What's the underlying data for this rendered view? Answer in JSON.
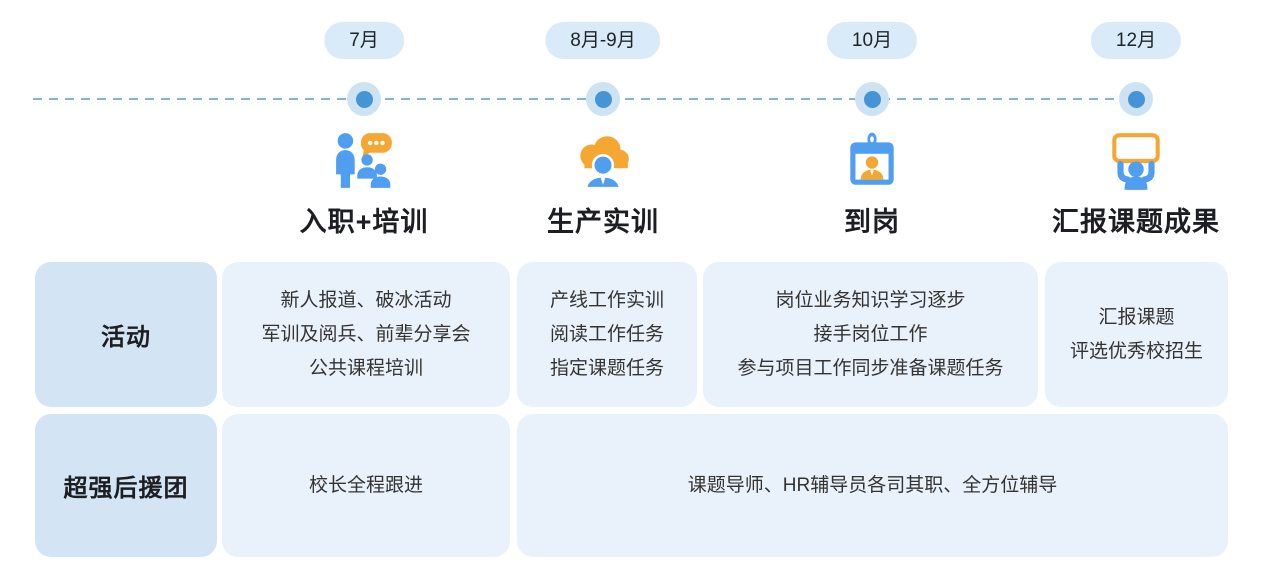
{
  "stages": [
    {
      "month": "7月",
      "title": "入职+培训",
      "icon": "people-chat-icon"
    },
    {
      "month": "8月-9月",
      "title": "生产实训",
      "icon": "cloud-person-icon"
    },
    {
      "month": "10月",
      "title": "到岗",
      "icon": "id-badge-icon"
    },
    {
      "month": "12月",
      "title": "汇报课题成果",
      "icon": "person-sign-icon"
    }
  ],
  "table": {
    "rows": [
      {
        "header": "活动",
        "cells": [
          {
            "lines": [
              "新人报道、破冰活动",
              "军训及阅兵、前辈分享会",
              "公共课程培训"
            ]
          },
          {
            "lines": [
              "产线工作实训",
              "阅读工作任务",
              "指定课题任务"
            ]
          },
          {
            "lines": [
              "岗位业务知识学习逐步",
              "接手岗位工作",
              "参与项目工作同步准备课题任务"
            ]
          },
          {
            "lines": [
              "汇报课题",
              "评选优秀校招生"
            ]
          }
        ]
      },
      {
        "header": "超强后援团",
        "cells": [
          {
            "lines": [
              "校长全程跟进"
            ]
          },
          {
            "lines": [
              "课题导师、HR辅导员各司其职、全方位辅导"
            ]
          }
        ]
      }
    ]
  },
  "colors": {
    "pill_bg": "#d9eaf8",
    "header_cell_bg": "#d3e5f5",
    "body_cell_bg": "#e9f1fa",
    "dashed_line": "#82b4d8",
    "dot_inner": "#4594d6",
    "dot_outer": "#cde2f3",
    "icon_blue": "#4f9ef0",
    "icon_orange": "#f5a733",
    "title_text": "#1c1e21",
    "cell_text": "#333333"
  }
}
